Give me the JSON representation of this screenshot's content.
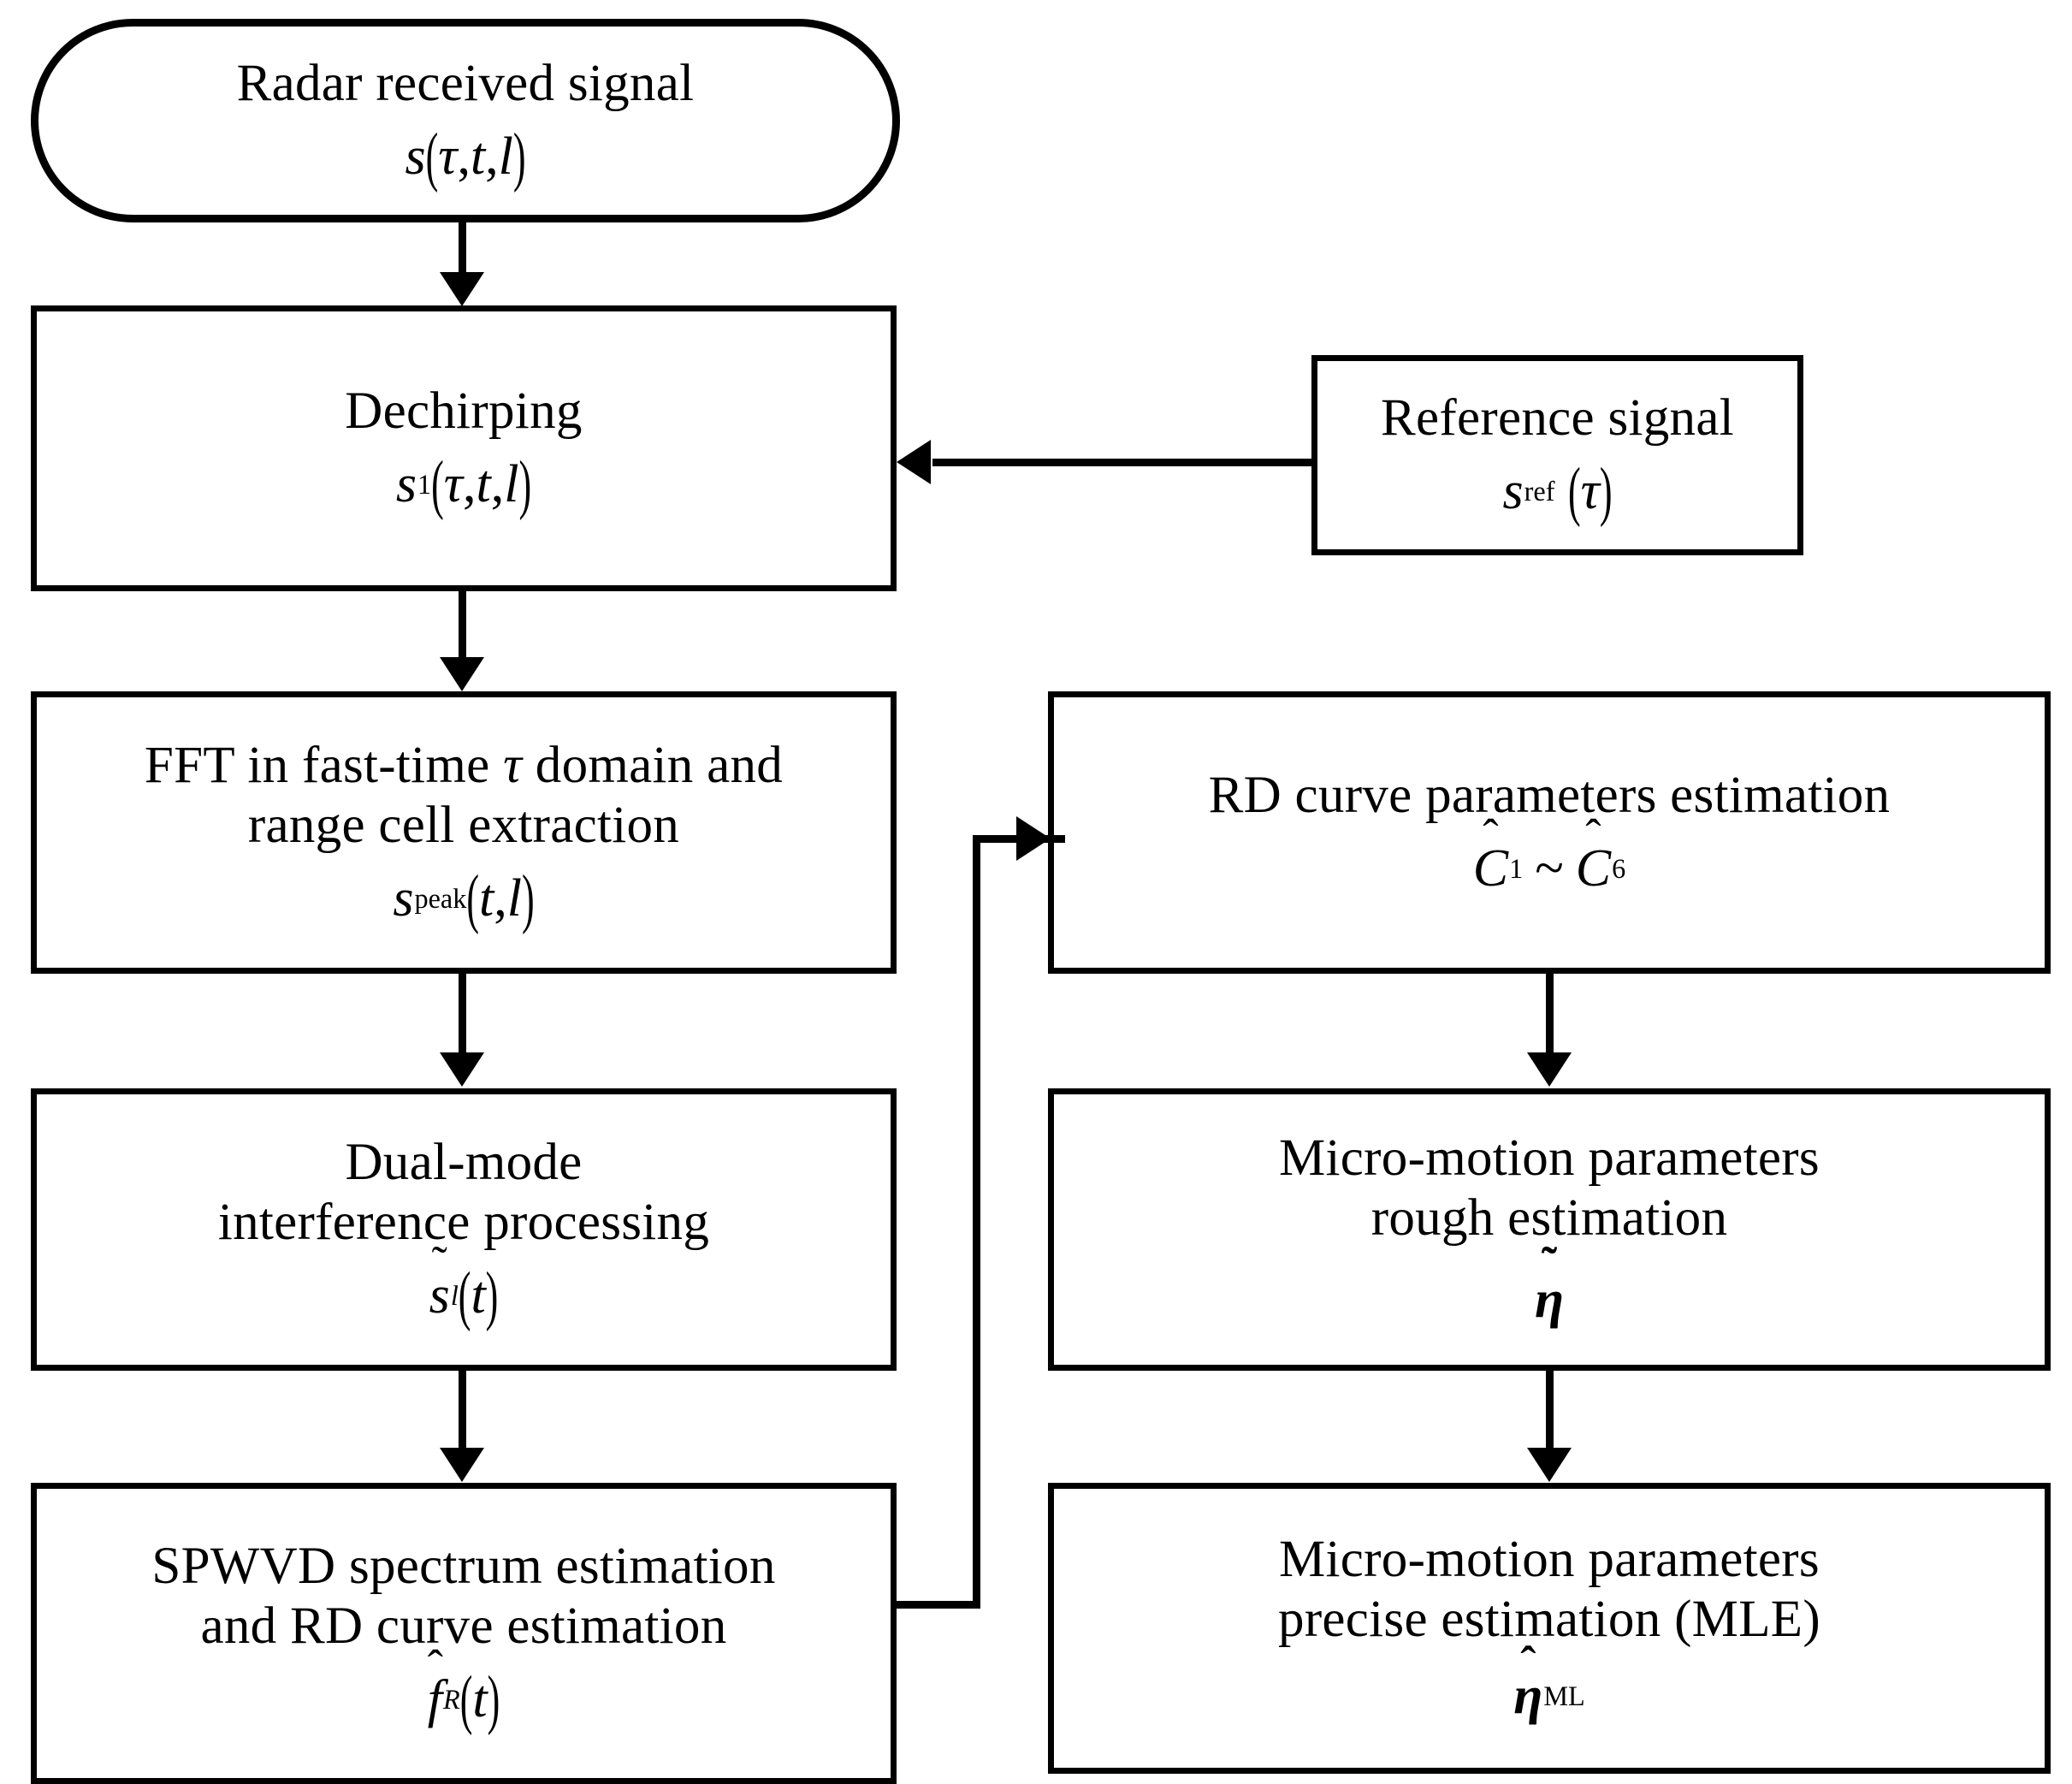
{
  "diagram": {
    "title": "Radar micro-motion parameter estimation processing flowchart",
    "background_color": "#ffffff",
    "line_color": "#000000"
  },
  "nodes": {
    "radar_received_signal": {
      "shape": "stadium",
      "label": "Radar received signal",
      "formula_plain": "s(τ,t,l)",
      "formula_parts": {
        "base": "s",
        "args": "τ, t, l"
      }
    },
    "dechirping": {
      "shape": "rect",
      "label": "Dechirping",
      "formula_plain": "s₁(τ,t,l)",
      "formula_parts": {
        "base": "s",
        "sub": "1",
        "args": "τ, t, l"
      }
    },
    "reference_signal": {
      "shape": "rect",
      "label": "Reference signal",
      "formula_plain": "s_ref(τ)",
      "formula_parts": {
        "base": "s",
        "sub": "ref",
        "args": "τ"
      }
    },
    "fft_range_cell": {
      "shape": "rect",
      "label_line1": "FFT in fast-time τ domain and",
      "label_line2": "range cell extraction",
      "label_l1_a": "FFT in fast-time",
      "label_l1_tau": "τ",
      "label_l1_b": "domain and",
      "formula_plain": "s_peak(t,l)",
      "formula_parts": {
        "base": "s",
        "sub": "peak",
        "args": "t, l"
      }
    },
    "dual_mode_interference": {
      "shape": "rect",
      "label_line1": "Dual-mode",
      "label_line2": "interference processing",
      "formula_plain": "s̃ₗ(t)",
      "formula_parts": {
        "base": "s",
        "accent": "˜",
        "sub": "l",
        "args": "t"
      }
    },
    "spwvd_rd_curve": {
      "shape": "rect",
      "label_line1": "SPWVD spectrum estimation",
      "label_line2": "and RD curve estimation",
      "formula_plain": "f̂_R(t)",
      "formula_parts": {
        "base": "f",
        "accent": "ˆ",
        "sub": "R",
        "args": "t"
      }
    },
    "rd_curve_params": {
      "shape": "rect",
      "label": "RD curve parameters estimation",
      "formula_plain": "Ĉ₁ ~ Ĉ₆",
      "formula_parts": {
        "base": "C",
        "accent": "ˆ",
        "sub_first": "1",
        "relation": "～",
        "sub_second": "6"
      }
    },
    "micro_motion_rough": {
      "shape": "rect",
      "label_line1": "Micro-motion parameters",
      "label_line2": "rough estimation",
      "formula_plain": "η̃",
      "formula_parts": {
        "base": "η",
        "accent": "˜"
      }
    },
    "micro_motion_precise": {
      "shape": "rect",
      "label_line1": "Micro-motion parameters",
      "label_line2": "precise estimation (MLE)",
      "formula_plain": "η̂_ML",
      "formula_parts": {
        "base": "η",
        "accent": "ˆ",
        "sub": "ML"
      }
    }
  },
  "edges": [
    {
      "name": "radar-to-dechirping",
      "from": "radar_received_signal",
      "to": "dechirping",
      "direction": "down"
    },
    {
      "name": "reference-to-dechirping",
      "from": "reference_signal",
      "to": "dechirping",
      "direction": "left"
    },
    {
      "name": "dechirping-to-fft",
      "from": "dechirping",
      "to": "fft_range_cell",
      "direction": "down"
    },
    {
      "name": "fft-to-dualmode",
      "from": "fft_range_cell",
      "to": "dual_mode_interference",
      "direction": "down"
    },
    {
      "name": "dualmode-to-spwvd",
      "from": "dual_mode_interference",
      "to": "spwvd_rd_curve",
      "direction": "down"
    },
    {
      "name": "spwvd-to-rdparams",
      "from": "spwvd_rd_curve",
      "to": "rd_curve_params",
      "direction": "right-up-right"
    },
    {
      "name": "rdparams-to-rough",
      "from": "rd_curve_params",
      "to": "micro_motion_rough",
      "direction": "down"
    },
    {
      "name": "rough-to-precise",
      "from": "micro_motion_rough",
      "to": "micro_motion_precise",
      "direction": "down"
    }
  ]
}
